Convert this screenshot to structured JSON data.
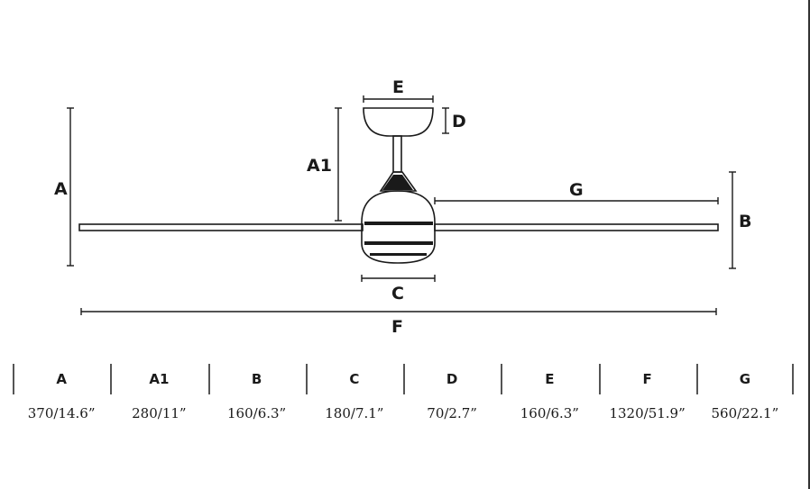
{
  "dimensions": {
    "A": "A",
    "A1": "A1",
    "B": "B",
    "C": "C",
    "D": "D",
    "E": "E",
    "F": "F",
    "G": "G"
  },
  "table": {
    "headers": [
      "A",
      "A1",
      "B",
      "C",
      "D",
      "E",
      "F",
      "G"
    ],
    "values": [
      "370/14.6”",
      "280/11”",
      "160/6.3”",
      "180/7.1”",
      "70/2.7”",
      "160/6.3”",
      "1320/51.9”",
      "560/22.1”"
    ]
  },
  "colors": {
    "line": "#1a1a1a",
    "background": "#ffffff"
  }
}
